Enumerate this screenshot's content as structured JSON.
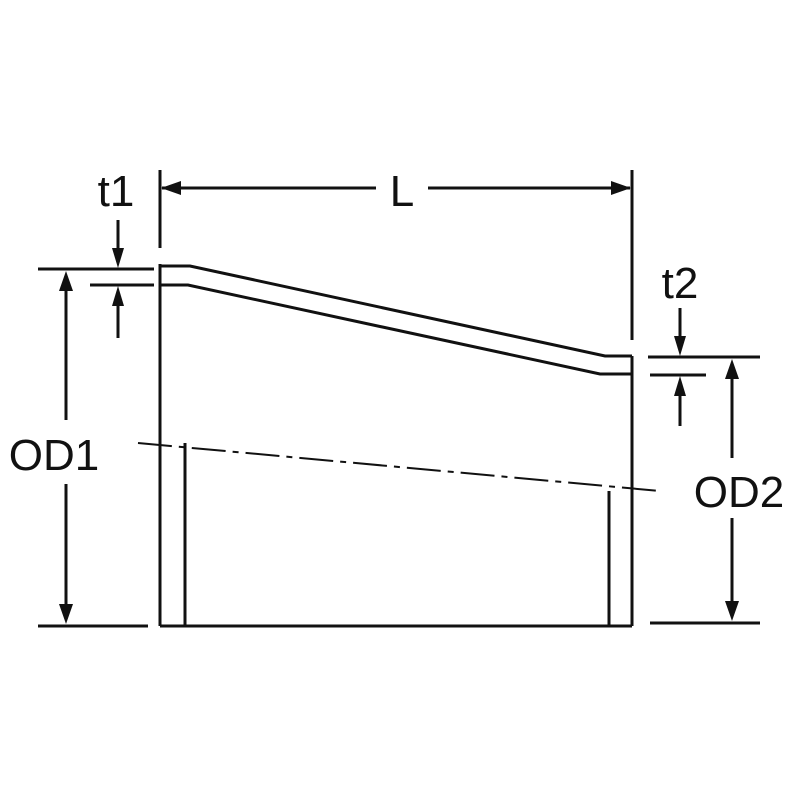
{
  "labels": {
    "length": "L",
    "thickness_large_end": "t1",
    "thickness_small_end": "t2",
    "outer_diameter_large_end": "OD1",
    "outer_diameter_small_end": "OD2"
  },
  "colors": {
    "line": "#111111",
    "background": "#ffffff"
  }
}
